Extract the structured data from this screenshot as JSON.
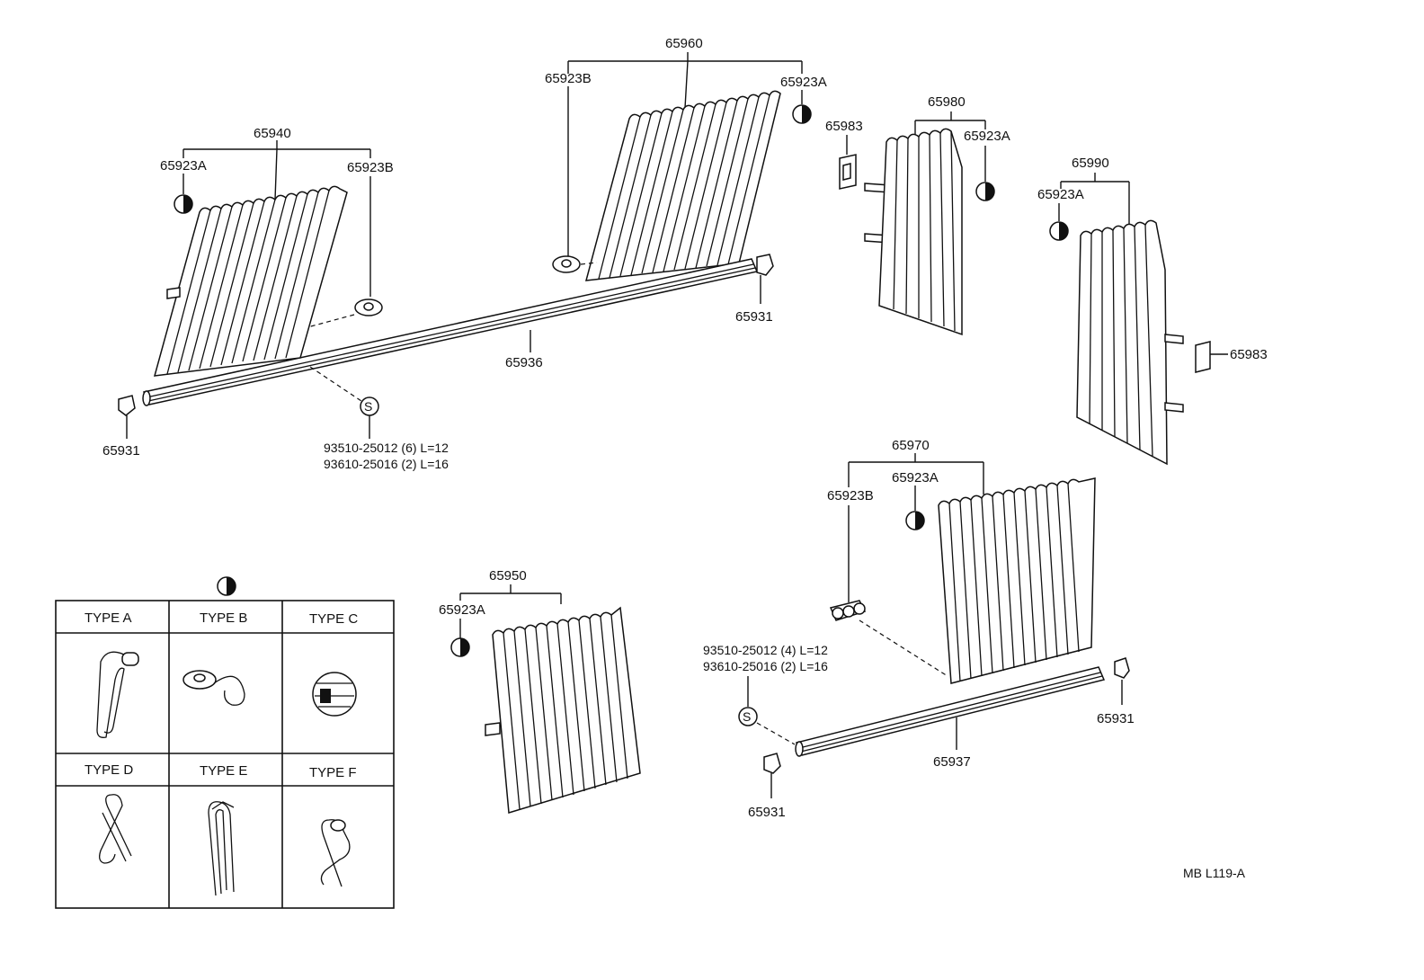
{
  "labels": {
    "p65960": "65960",
    "p65923B_top": "65923B",
    "p65923A_top": "65923A",
    "p65940": "65940",
    "p65923A_left": "65923A",
    "p65923B_left": "65923B",
    "p65980": "65980",
    "p65983_top": "65983",
    "p65923A_mid": "65923A",
    "p65990": "65990",
    "p65923A_right": "65923A",
    "p65983_right": "65983",
    "p65931_topright": "65931",
    "p65936": "65936",
    "p65931_left": "65931",
    "screw_s_1": "S",
    "screw1_line1": "93510-25012 (6) L=12",
    "screw1_line2": "93610-25016 (2) L=16",
    "p65970": "65970",
    "p65923A_lower": "65923A",
    "p65923B_lower": "65923B",
    "p65950": "65950",
    "p65923A_bottom": "65923A",
    "screw2_line1": "93510-25012 (4) L=12",
    "screw2_line2": "93610-25016 (2) L=16",
    "screw_s_2": "S",
    "p65931_lower_right": "65931",
    "p65937": "65937",
    "p65931_lower_left": "65931",
    "code": "MB L119-A"
  },
  "type_table": {
    "headers": [
      "TYPE A",
      "TYPE B",
      "TYPE C",
      "TYPE D",
      "TYPE E",
      "TYPE F"
    ]
  }
}
